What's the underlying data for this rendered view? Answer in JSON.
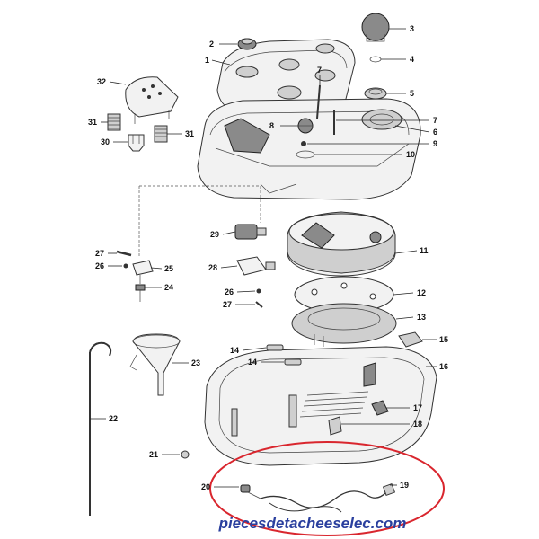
{
  "diagram": {
    "callouts": [
      {
        "id": "c1",
        "text": "1"
      },
      {
        "id": "c2",
        "text": "2"
      },
      {
        "id": "c3",
        "text": "3"
      },
      {
        "id": "c4",
        "text": "4"
      },
      {
        "id": "c5",
        "text": "5"
      },
      {
        "id": "c6",
        "text": "6"
      },
      {
        "id": "c7a",
        "text": "7"
      },
      {
        "id": "c7b",
        "text": "7"
      },
      {
        "id": "c8",
        "text": "8"
      },
      {
        "id": "c9",
        "text": "9"
      },
      {
        "id": "c10",
        "text": "10"
      },
      {
        "id": "c11",
        "text": "11"
      },
      {
        "id": "c12",
        "text": "12"
      },
      {
        "id": "c13",
        "text": "13"
      },
      {
        "id": "c14a",
        "text": "14"
      },
      {
        "id": "c14b",
        "text": "14"
      },
      {
        "id": "c15",
        "text": "15"
      },
      {
        "id": "c16",
        "text": "16"
      },
      {
        "id": "c17",
        "text": "17"
      },
      {
        "id": "c18",
        "text": "18"
      },
      {
        "id": "c19",
        "text": "19"
      },
      {
        "id": "c20",
        "text": "20"
      },
      {
        "id": "c21",
        "text": "21"
      },
      {
        "id": "c22",
        "text": "22"
      },
      {
        "id": "c23",
        "text": "23"
      },
      {
        "id": "c24",
        "text": "24"
      },
      {
        "id": "c25",
        "text": "25"
      },
      {
        "id": "c26a",
        "text": "26"
      },
      {
        "id": "c26b",
        "text": "26"
      },
      {
        "id": "c27a",
        "text": "27"
      },
      {
        "id": "c27b",
        "text": "27"
      },
      {
        "id": "c28",
        "text": "28"
      },
      {
        "id": "c29",
        "text": "29"
      },
      {
        "id": "c30",
        "text": "30"
      },
      {
        "id": "c31a",
        "text": "31"
      },
      {
        "id": "c31b",
        "text": "31"
      },
      {
        "id": "c32",
        "text": "32"
      }
    ],
    "watermark": "piecesdetacheeselec.com",
    "colors": {
      "highlight_ellipse": "#d9262e",
      "watermark": "#2a3f9e",
      "line": "#222222"
    }
  }
}
